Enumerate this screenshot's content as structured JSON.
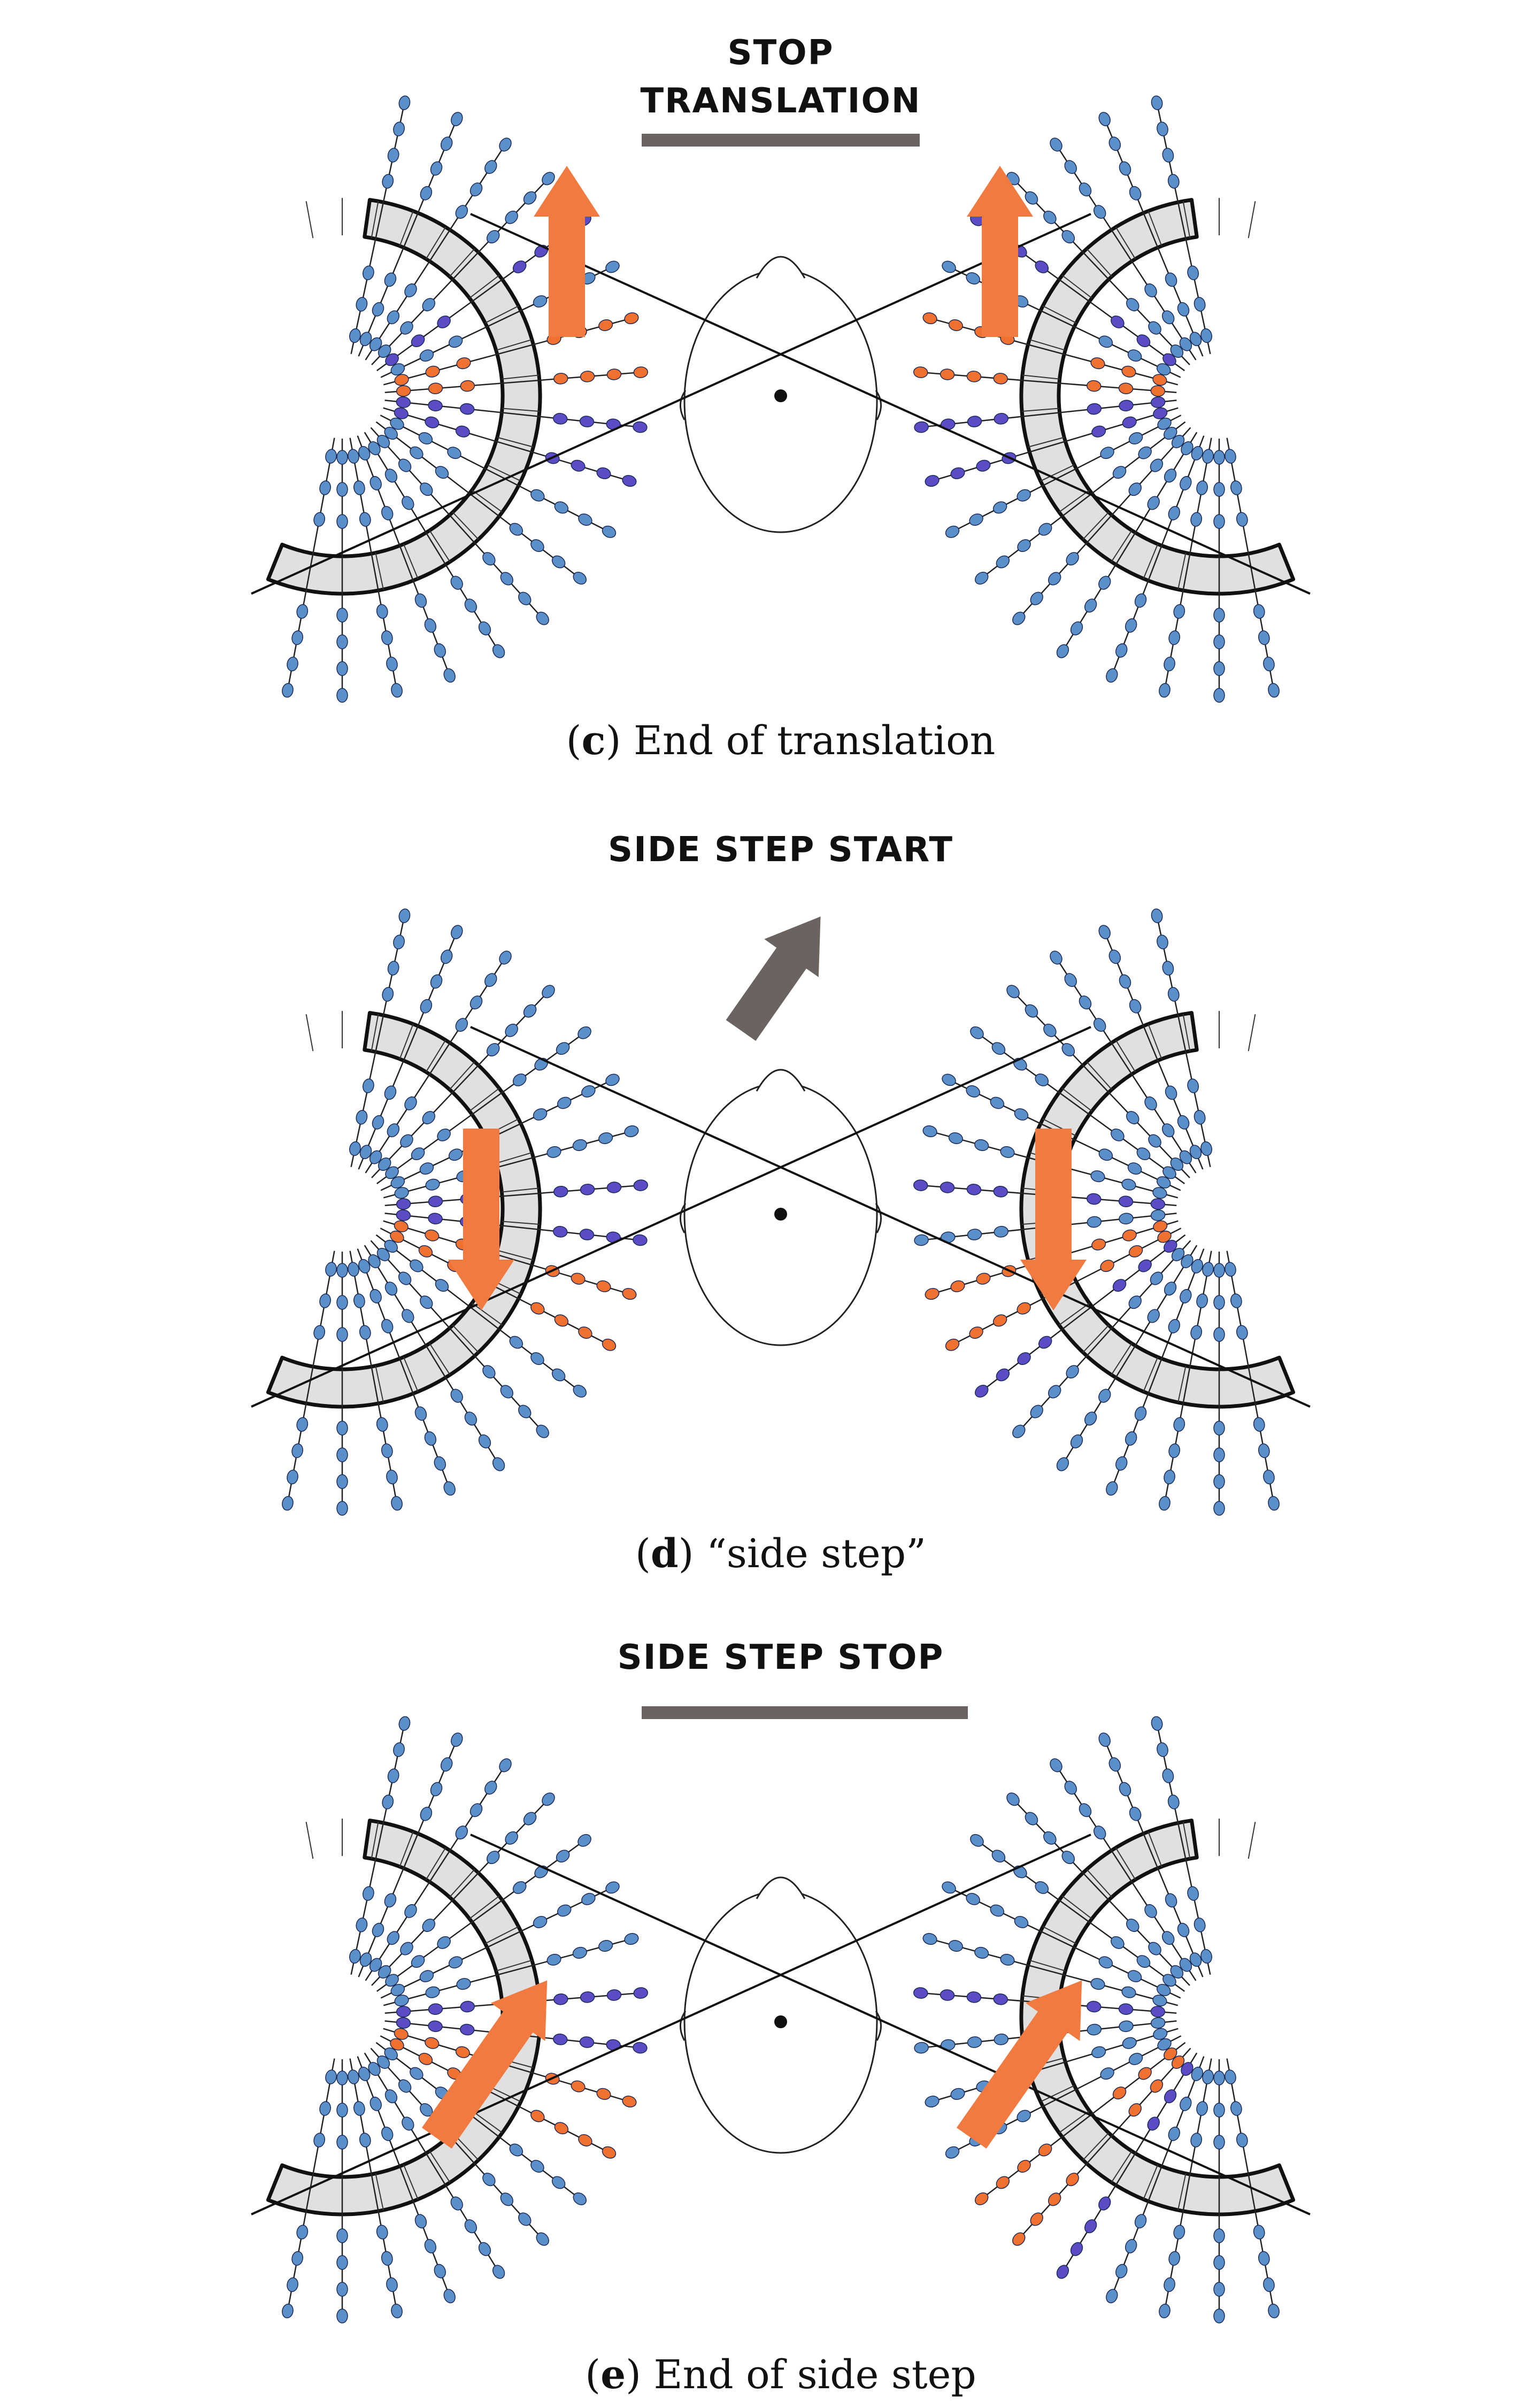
{
  "colors": {
    "blue": "#5b8fc9",
    "purple": "#5b4bc4",
    "orange": "#f07030",
    "grey_arrow": "#6b6360",
    "orange_arrow": "#f07a40",
    "arch_fill": "#e0e0e0",
    "bar": "#6b6360"
  },
  "panels": [
    {
      "id": "c",
      "heading_lines": [
        "STOP",
        "TRANSLATION"
      ],
      "has_bar": true,
      "caption": {
        "letter": "c",
        "text": "End of translation"
      },
      "side_arrows": "up",
      "middle_arrow": null,
      "left": {
        "orange": [
          6,
          7
        ],
        "purple": [
          4,
          8,
          9
        ]
      },
      "right": {
        "orange": [
          6,
          7
        ],
        "purple": [
          4,
          8,
          9
        ]
      }
    },
    {
      "id": "d",
      "heading_lines": [
        "SIDE STEP START"
      ],
      "has_bar": false,
      "caption": {
        "letter": "d",
        "text": "“side step”"
      },
      "side_arrows": "down",
      "middle_arrow": "grey-diagonal",
      "left": {
        "orange": [
          9,
          10
        ],
        "purple": [
          7,
          8
        ]
      },
      "right": {
        "orange": [
          9,
          10
        ],
        "purple": [
          7,
          11
        ]
      }
    },
    {
      "id": "e",
      "heading_lines": [
        "SIDE STEP STOP"
      ],
      "has_bar": true,
      "caption": {
        "letter": "e",
        "text": "End of side step"
      },
      "side_arrows": "diagonal",
      "middle_arrow": null,
      "left": {
        "orange": [
          9,
          10
        ],
        "purple": [
          7,
          8
        ]
      },
      "right": {
        "orange": [
          11,
          12
        ],
        "purple": [
          7,
          13
        ]
      }
    }
  ]
}
